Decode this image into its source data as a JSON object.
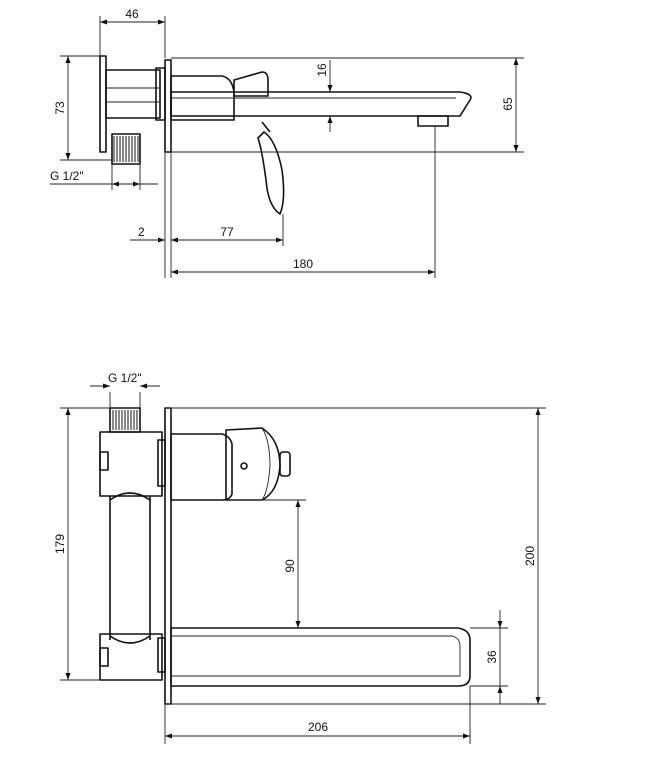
{
  "top_view": {
    "dim_width_46": "46",
    "dim_height_73": "73",
    "dim_16": "16",
    "dim_65": "65",
    "dim_thread": "G 1/2\"",
    "dim_2": "2",
    "dim_77": "77",
    "dim_180": "180"
  },
  "front_view": {
    "dim_thread": "G 1/2\"",
    "dim_179": "179",
    "dim_90": "90",
    "dim_200": "200",
    "dim_36": "36",
    "dim_206": "206"
  }
}
